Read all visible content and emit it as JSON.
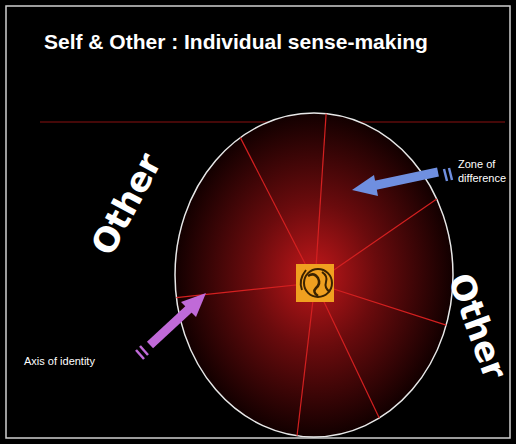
{
  "diagram": {
    "title": "Self & Other : Individual sense-making",
    "labels": [
      "Other",
      "Zone of difference",
      "Other",
      "Axis of identity"
    ]
  }
}
